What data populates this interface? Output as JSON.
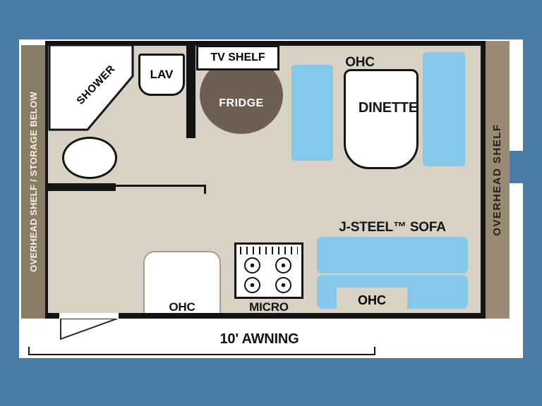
{
  "colors": {
    "background_blue": "#4a7ba6",
    "floor_beige": "#d8d2c4",
    "furniture_blue": "#85c9ea",
    "shelf_brown_left": "#8b7c66",
    "shelf_brown_right": "#9c8b74",
    "fridge_brown": "#6e5f53",
    "wall_black": "#141414",
    "white": "#ffffff",
    "text_black": "#141414",
    "counter_border": "#a59d8e"
  },
  "plan": {
    "left_shelf_label": "OVERHEAD SHELF / STORAGE BELOW",
    "right_shelf_label": "OVERHEAD SHELF",
    "bathroom": {
      "shower_label": "SHOWER",
      "lav_label": "LAV"
    },
    "kitchen": {
      "tv_shelf_label": "TV SHELF",
      "fridge_label": "FRIDGE",
      "micro_label": "MICRO",
      "ohc_label": "OHC"
    },
    "dinette": {
      "ohc_label": "OHC",
      "label": "DINETTE"
    },
    "sofa": {
      "label": "J-STEEL™ SOFA",
      "ohc_label": "OHC"
    },
    "awning_label": "10' AWNING"
  }
}
